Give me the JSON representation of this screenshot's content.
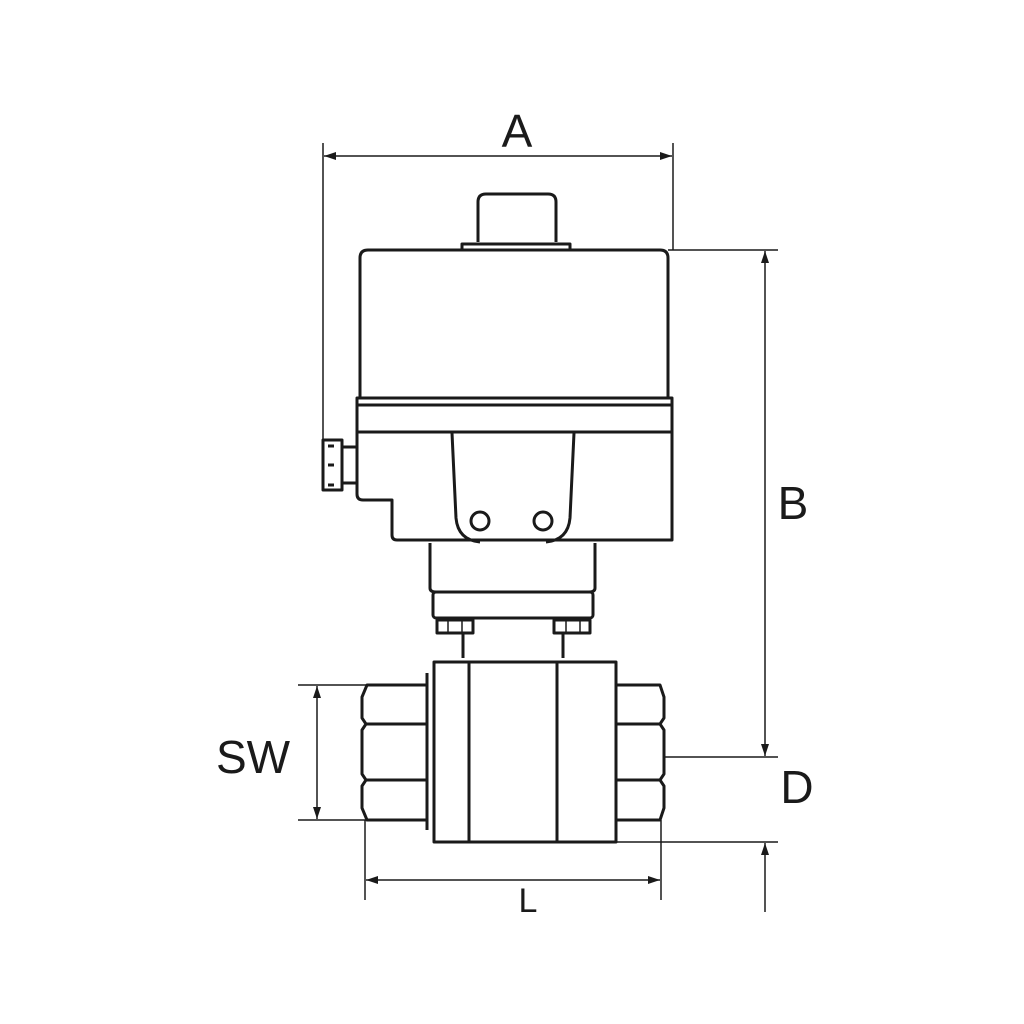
{
  "dimensions": {
    "a": "A",
    "b": "B",
    "d": "D",
    "sw": "SW",
    "l": "L"
  },
  "colors": {
    "line": "#1a1a1a",
    "background": "#ffffff"
  }
}
